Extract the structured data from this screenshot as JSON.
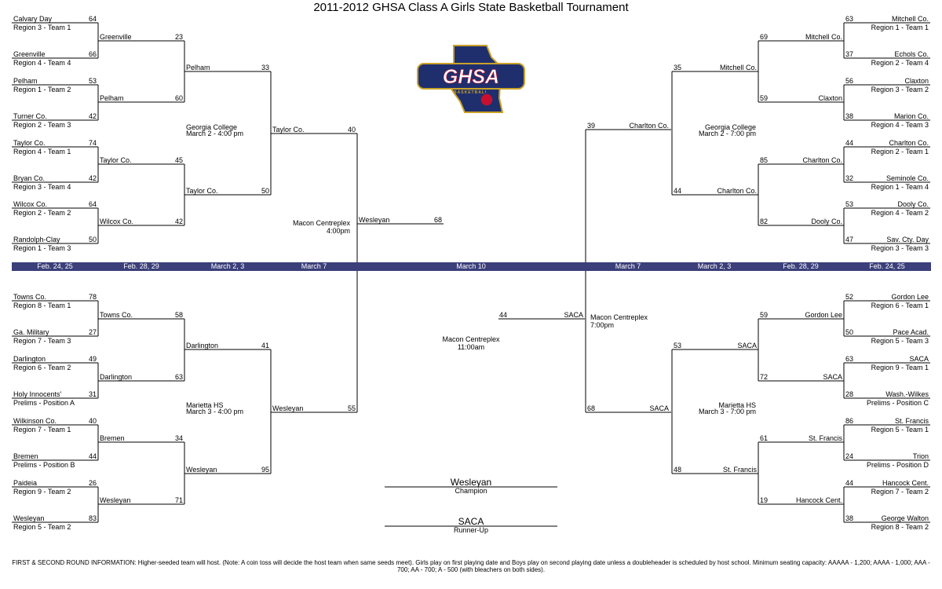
{
  "title": "2011-2012 GHSA Class A Girls State Basketball Tournament",
  "logo": {
    "text": "GHSA",
    "subtext": "BASKETBALL",
    "icon": "ghsa-basketball-logo",
    "navy": "#1f2f6e",
    "red": "#c8102e",
    "gold": "#c9a227"
  },
  "colors": {
    "date_bar": "#3b3f7a"
  },
  "dates": [
    "Feb. 24, 25",
    "Feb. 28, 29",
    "March 2, 3",
    "March 7",
    "March 10",
    "March 7",
    "March 2, 3",
    "Feb. 28, 29",
    "Feb. 24, 25"
  ],
  "first_round": {
    "top_left": [
      {
        "team": "Calvary Day",
        "seed": "Region 3 - Team 1",
        "score": "64"
      },
      {
        "team": "Greenville",
        "seed": "Region 4 - Team 4",
        "score": "66"
      },
      {
        "team": "Pelham",
        "seed": "Region 1 - Team 2",
        "score": "53"
      },
      {
        "team": "Turner Co.",
        "seed": "Region 2 - Team 3",
        "score": "42"
      },
      {
        "team": "Taylor Co.",
        "seed": "Region 4 - Team 1",
        "score": "74"
      },
      {
        "team": "Bryan Co.",
        "seed": "Region 3 - Team 4",
        "score": "42"
      },
      {
        "team": "Wilcox Co.",
        "seed": "Region 2 - Team 2",
        "score": "64"
      },
      {
        "team": "Randolph-Clay",
        "seed": "Region 1 - Team 3",
        "score": "50"
      }
    ],
    "bottom_left": [
      {
        "team": "Towns Co.",
        "seed": "Region 8 - Team 1",
        "score": "78"
      },
      {
        "team": "Ga. Military",
        "seed": "Region 7 - Team 3",
        "score": "27"
      },
      {
        "team": "Darlington",
        "seed": "Region 6 - Team 2",
        "score": "49"
      },
      {
        "team": "Holy Innocents'",
        "seed": "Prelims - Position A",
        "score": "31"
      },
      {
        "team": "Wilkinson Co.",
        "seed": "Region 7 - Team 1",
        "score": "40"
      },
      {
        "team": "Bremen",
        "seed": "Prelims - Position B",
        "score": "44"
      },
      {
        "team": "Paideia",
        "seed": "Region 9 - Team 2",
        "score": "26"
      },
      {
        "team": "Wesleyan",
        "seed": "Region 5 - Team 2",
        "score": "83"
      }
    ],
    "top_right": [
      {
        "team": "Mitchell Co.",
        "seed": "Region 1 - Team 1",
        "score": "63"
      },
      {
        "team": "Echols Co.",
        "seed": "Region 2 - Team 4",
        "score": "37"
      },
      {
        "team": "Claxton",
        "seed": "Region 3 - Team 2",
        "score": "56"
      },
      {
        "team": "Marion Co.",
        "seed": "Region 4 - Team 3",
        "score": "38"
      },
      {
        "team": "Charlton Co.",
        "seed": "Region 2 - Team 1",
        "score": "44"
      },
      {
        "team": "Seminole Co.",
        "seed": "Region 1 - Team 4",
        "score": "32"
      },
      {
        "team": "Dooly Co.",
        "seed": "Region 4 - Team 2",
        "score": "53"
      },
      {
        "team": "Sav. Cty. Day",
        "seed": "Region 3 - Team 3",
        "score": "47"
      }
    ],
    "bottom_right": [
      {
        "team": "Gordon Lee",
        "seed": "Region 6 - Team 1",
        "score": "52"
      },
      {
        "team": "Pace Acad.",
        "seed": "Region 5 - Team 3",
        "score": "50"
      },
      {
        "team": "SACA",
        "seed": "Region 9 - Team 1",
        "score": "63"
      },
      {
        "team": "Wash.-Wilkes",
        "seed": "Prelims - Position C",
        "score": "28"
      },
      {
        "team": "St. Francis",
        "seed": "Region 5 - Team 1",
        "score": "86"
      },
      {
        "team": "Trion",
        "seed": "Prelims - Position D",
        "score": "24"
      },
      {
        "team": "Hancock Cent.",
        "seed": "Region 7 - Team 2",
        "score": "44"
      },
      {
        "team": "George Walton",
        "seed": "Region 8 - Team 2",
        "score": "38"
      }
    ]
  },
  "second_round": {
    "top_left": [
      {
        "team": "Greenville",
        "score": "23"
      },
      {
        "team": "Pelham",
        "score": "60"
      },
      {
        "team": "Taylor Co.",
        "score": "45"
      },
      {
        "team": "Wilcox Co.",
        "score": "42"
      }
    ],
    "bottom_left": [
      {
        "team": "Towns Co.",
        "score": "58"
      },
      {
        "team": "Darlington",
        "score": "63"
      },
      {
        "team": "Bremen",
        "score": "34"
      },
      {
        "team": "Wesleyan",
        "score": "71"
      }
    ],
    "top_right": [
      {
        "team": "Mitchell Co.",
        "score": "69"
      },
      {
        "team": "Claxton",
        "score": "59"
      },
      {
        "team": "Charlton Co.",
        "score": "85"
      },
      {
        "team": "Dooly Co.",
        "score": "82"
      }
    ],
    "bottom_right": [
      {
        "team": "Gordon Lee",
        "score": "59"
      },
      {
        "team": "SACA",
        "score": "72"
      },
      {
        "team": "St. Francis",
        "score": "61"
      },
      {
        "team": "Hancock Cent.",
        "score": "19"
      }
    ]
  },
  "quarterfinals": {
    "top_left": [
      {
        "team": "Pelham",
        "score": "33"
      },
      {
        "team": "Taylor Co.",
        "score": "50"
      }
    ],
    "bottom_left": [
      {
        "team": "Darlington",
        "score": "41"
      },
      {
        "team": "Wesleyan",
        "score": "95"
      }
    ],
    "top_right": [
      {
        "team": "Mitchell Co.",
        "score": "35"
      },
      {
        "team": "Charlton Co.",
        "score": "44"
      }
    ],
    "bottom_right": [
      {
        "team": "SACA",
        "score": "53"
      },
      {
        "team": "St. Francis",
        "score": "48"
      }
    ]
  },
  "venues": {
    "top_left": {
      "place": "Georgia College",
      "time": "March 2 - 4:00 pm"
    },
    "bottom_left": {
      "place": "Marietta HS",
      "time": "March 3 - 4:00 pm"
    },
    "top_right": {
      "place": "Georgia College",
      "time": "March 2 - 7:00 pm"
    },
    "bottom_right": {
      "place": "Marietta HS",
      "time": "March 3 - 7:00 pm"
    },
    "semi_left": {
      "place": "Macon Centreplex",
      "time": "4:00pm"
    },
    "semi_right": {
      "place": "Macon Centreplex",
      "time": "7:00pm"
    },
    "final": {
      "place": "Macon Centreplex",
      "time": "11:00am"
    }
  },
  "semifinals": {
    "left": [
      {
        "team": "Taylor Co.",
        "score": "40"
      },
      {
        "team": "Wesleyan",
        "score": "55"
      }
    ],
    "right": [
      {
        "team": "Charlton Co.",
        "score": "39"
      },
      {
        "team": "SACA",
        "score": "68"
      }
    ]
  },
  "finals": {
    "left": {
      "team": "Wesleyan",
      "score": "68"
    },
    "right": {
      "team": "SACA",
      "score": "44"
    }
  },
  "champion": {
    "team": "Wesleyan",
    "label": "Champion"
  },
  "runner_up": {
    "team": "SACA",
    "label": "Runner-Up"
  },
  "footnote": "FIRST & SECOND ROUND INFORMATION: Higher-seeded team will host.  (Note: A coin toss will decide the host team when same seeds meet). Girls play on first playing date and Boys play on second playing date unless a doubleheader is scheduled by host school.  Minimum seating capacity: AAAAA - 1,200; AAAA - 1,000; AAA - 700; AA - 700; A - 500 (with bleachers on both sides)."
}
